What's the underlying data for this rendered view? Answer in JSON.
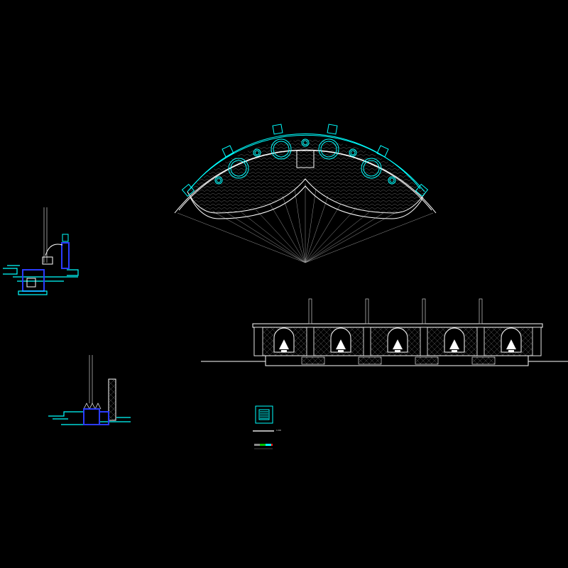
{
  "drawing": {
    "background": "#000000",
    "colors": {
      "outline": "#ffffff",
      "cyan": "#00ffff",
      "blue": "#2a3cff",
      "grey": "#8a8a8a",
      "green": "#00c000",
      "red": "#ff0000"
    },
    "legend": {
      "scale_text": "1:00"
    },
    "views": [
      {
        "name": "fan-plan",
        "description_icon": "fan-plan-icon"
      },
      {
        "name": "front-elevation",
        "panels": 5,
        "description_icon": "fountain-mask-icon"
      },
      {
        "name": "section-a",
        "description_icon": "section-icon"
      },
      {
        "name": "section-b",
        "description_icon": "section-icon"
      }
    ]
  }
}
